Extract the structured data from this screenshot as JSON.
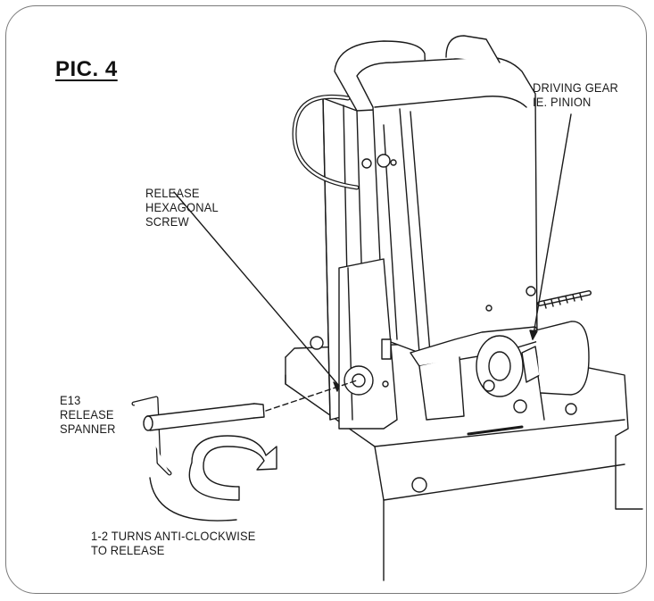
{
  "title": "PIC. 4",
  "labels": {
    "driving_gear": [
      "DRIVING GEAR",
      "IE. PINION"
    ],
    "release_screw": [
      "RELEASE",
      "HEXAGONAL",
      "SCREW"
    ],
    "release_spanner": [
      "E13",
      "RELEASE",
      "SPANNER"
    ],
    "instruction": [
      "1-2 TURNS ANTI-CLOCKWISE",
      "TO RELEASE"
    ]
  },
  "colors": {
    "line": "#1a1a1a",
    "frame": "#7a7a7a",
    "shade": "#d9d9d9"
  }
}
